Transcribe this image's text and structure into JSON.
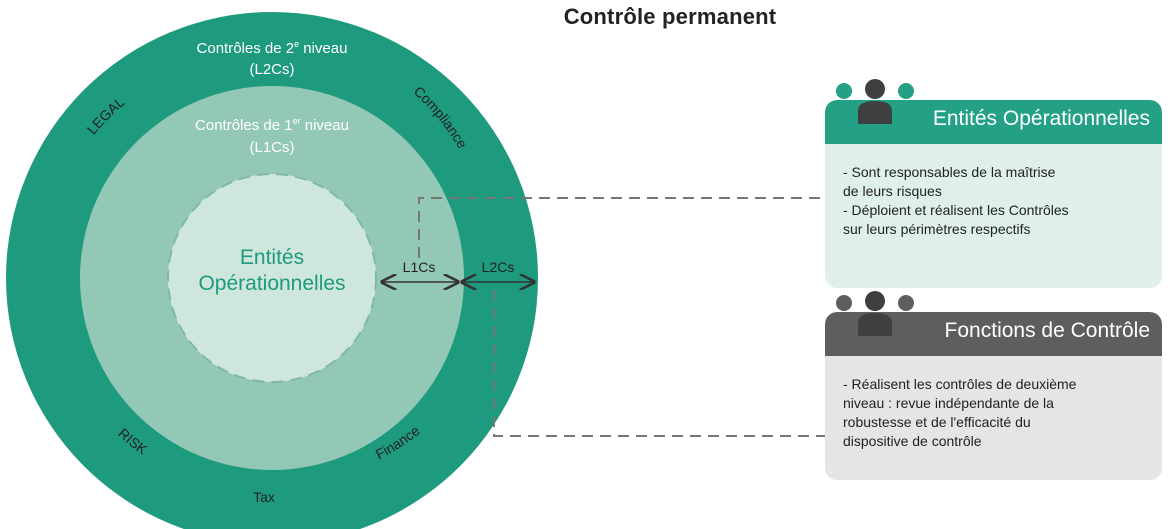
{
  "title": "Contrôle permanent",
  "diagram": {
    "outer_ring": {
      "label_line1": "Contrôles de 2",
      "label_sup": "e",
      "label_line1_end": " niveau",
      "label_line2": "(L2Cs)",
      "functions": [
        "LEGAL",
        "Compliance",
        "RISK",
        "Tax",
        "Finance"
      ]
    },
    "middle_ring": {
      "label_line1": "Contrôles de 1",
      "label_sup": "er",
      "label_line1_end": " niveau",
      "label_line2": "(L1Cs)"
    },
    "core": {
      "label_line1": "Entités",
      "label_line2": "Opérationnelles"
    },
    "arrows": {
      "l1": "L1Cs",
      "l2": "L2Cs"
    }
  },
  "cards": {
    "operational": {
      "title": "Entités Opérationnelles",
      "bullets": [
        "- Sont responsables de la maîtrise",
        "  de leurs risques",
        "- Déploient et réalisent les Contrôles",
        "  sur leurs périmètres respectifs"
      ]
    },
    "control": {
      "title": "Fonctions de Contrôle",
      "bullets": [
        "- Réalisent les contrôles de deuxième",
        "  niveau : revue indépendante de la",
        "  robustesse et de l'efficacité du",
        "  dispositive de contrôle"
      ]
    }
  },
  "colors": {
    "outer": "#1e9a7e",
    "middle": "#94c8b6",
    "core": "#cfe6dc",
    "core_text": "#1e9a7e",
    "gray": "#5c5e60",
    "dashed": "#777777"
  }
}
